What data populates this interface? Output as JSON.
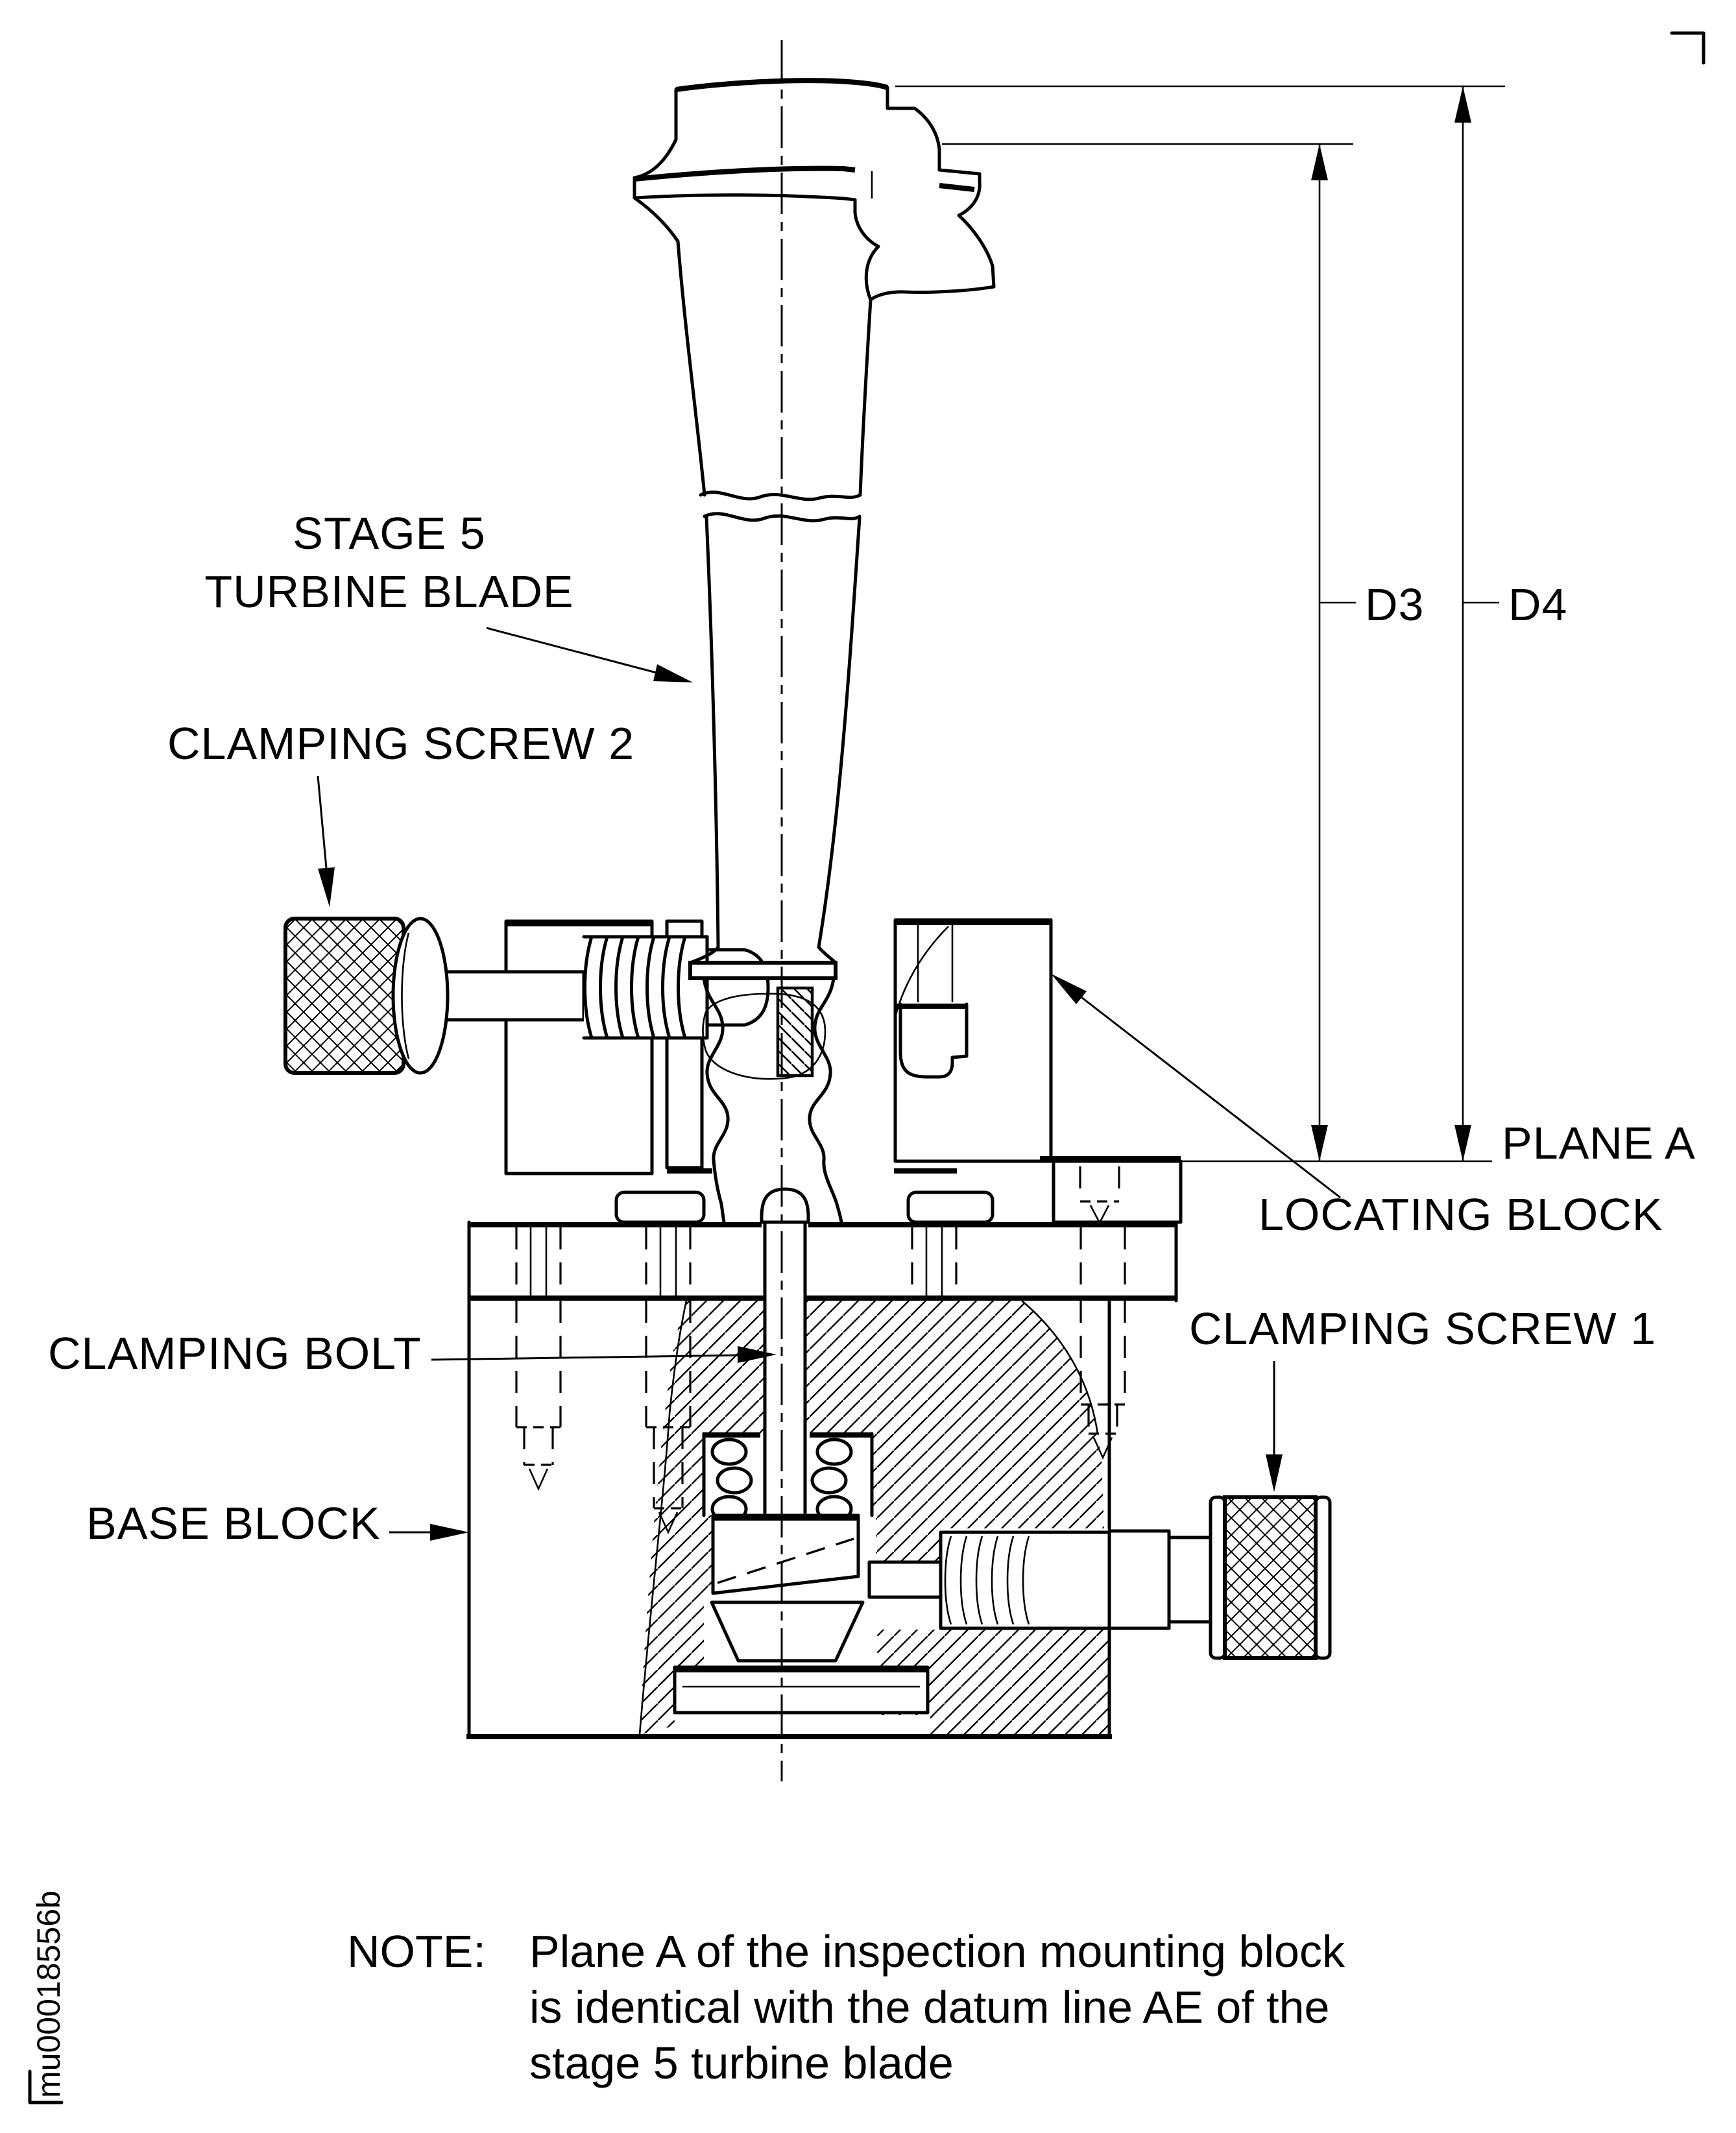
{
  "labels": {
    "stage5_1": "STAGE 5",
    "stage5_2": "TURBINE BLADE",
    "screw2": "CLAMPING SCREW 2",
    "bolt": "CLAMPING BOLT",
    "base": "BASE BLOCK",
    "screw1": "CLAMPING SCREW 1",
    "locating": "LOCATING BLOCK",
    "plane_a": "PLANE A",
    "d3": "D3",
    "d4": "D4"
  },
  "note": {
    "heading": "NOTE:",
    "line1": "Plane A of the inspection mounting block",
    "line2": "is identical with the datum line AE  of the",
    "line3": "stage 5 turbine blade"
  },
  "doc_number": "mu00018556b",
  "colors": {
    "ink": "#000000",
    "paper": "#ffffff"
  }
}
